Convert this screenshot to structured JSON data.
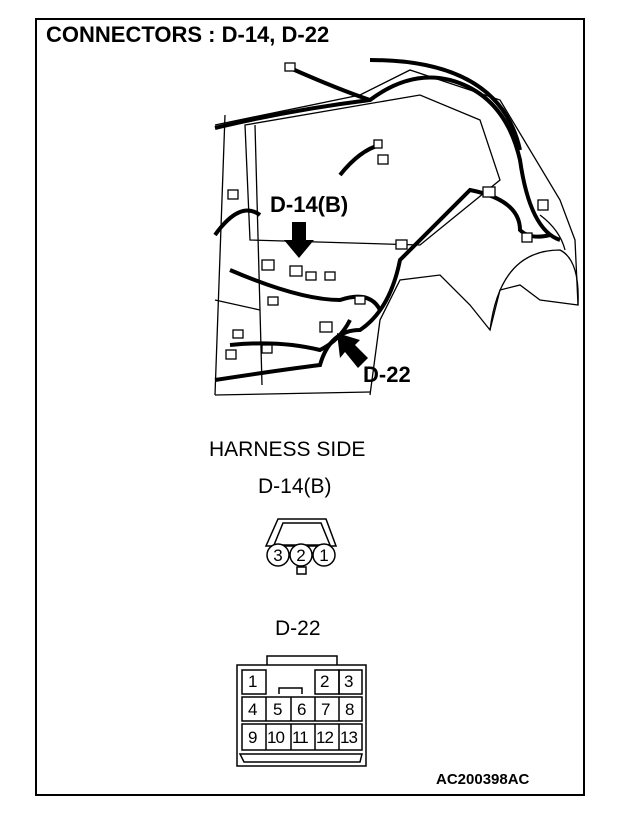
{
  "title": "CONNECTORS : D-14, D-22",
  "callouts": {
    "d14": "D-14(B)",
    "d22": "D-22"
  },
  "harness_side_label": "HARNESS SIDE",
  "connector_d14": {
    "name": "D-14(B)",
    "pins": [
      "3",
      "2",
      "1"
    ]
  },
  "connector_d22": {
    "name": "D-22",
    "pins": [
      "1",
      "2",
      "3",
      "4",
      "5",
      "6",
      "7",
      "8",
      "9",
      "10",
      "11",
      "12",
      "13"
    ]
  },
  "figure_code": "AC200398AC"
}
